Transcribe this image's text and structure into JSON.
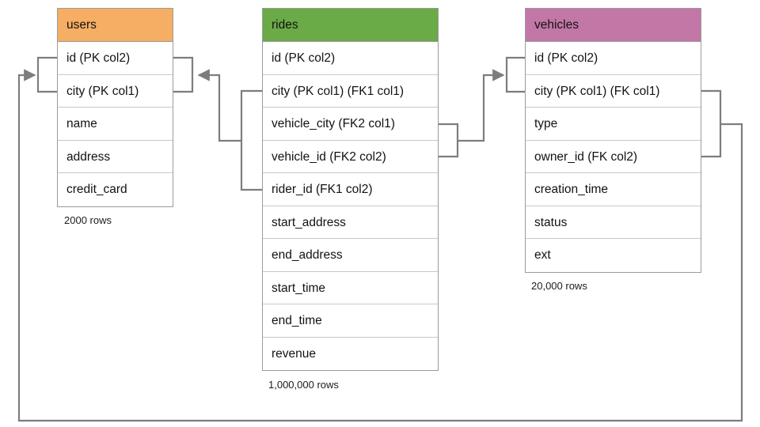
{
  "diagram": {
    "title": "ride-sharing schema entity relationship diagram",
    "background": "#ffffff",
    "line_color": "#7d7d7d"
  },
  "tables": [
    {
      "name": "users",
      "header_label": "users",
      "header_color": "#f5ae63",
      "row_count_label": "2000 rows",
      "columns": [
        {
          "label": "id (PK col2)"
        },
        {
          "label": "city (PK col1)"
        },
        {
          "label": "name"
        },
        {
          "label": "address"
        },
        {
          "label": "credit_card"
        }
      ]
    },
    {
      "name": "rides",
      "header_label": "rides",
      "header_color": "#6aaa47",
      "row_count_label": "1,000,000 rows",
      "columns": [
        {
          "label": "id (PK col2)"
        },
        {
          "label": "city (PK col1) (FK1 col1)"
        },
        {
          "label": "vehicle_city (FK2 col1)"
        },
        {
          "label": "vehicle_id (FK2 col2)"
        },
        {
          "label": "rider_id (FK1 col2)"
        },
        {
          "label": "start_address"
        },
        {
          "label": "end_address"
        },
        {
          "label": "start_time"
        },
        {
          "label": "end_time"
        },
        {
          "label": "revenue"
        }
      ]
    },
    {
      "name": "vehicles",
      "header_label": "vehicles",
      "header_color": "#c277a7",
      "row_count_label": "20,000 rows",
      "columns": [
        {
          "label": "id (PK col2)"
        },
        {
          "label": "city (PK col1) (FK col1)"
        },
        {
          "label": "type"
        },
        {
          "label": "owner_id (FK col2)"
        },
        {
          "label": "creation_time"
        },
        {
          "label": "status"
        },
        {
          "label": "ext"
        }
      ]
    }
  ],
  "relationships": [
    {
      "name": "rides-fk1-to-users",
      "from_table": "rides",
      "from_columns": [
        "city (PK col1) (FK1 col1)",
        "rider_id (FK1 col2)"
      ],
      "to_table": "users",
      "to_columns": [
        "id (PK col2)",
        "city (PK col1)"
      ],
      "arrow": "points-left-into-users"
    },
    {
      "name": "rides-fk2-to-vehicles",
      "from_table": "rides",
      "from_columns": [
        "vehicle_city (FK2 col1)",
        "vehicle_id (FK2 col2)"
      ],
      "to_table": "vehicles",
      "to_columns": [
        "id (PK col2)",
        "city (PK col1) (FK col1)"
      ],
      "arrow": "points-right-into-vehicles"
    },
    {
      "name": "vehicles-fk-to-users",
      "from_table": "vehicles",
      "from_columns": [
        "city (PK col1) (FK col1)",
        "owner_id (FK col2)"
      ],
      "to_table": "users",
      "to_columns": [
        "id (PK col2)",
        "city (PK col1)"
      ],
      "arrow": "points-right-into-users"
    }
  ]
}
